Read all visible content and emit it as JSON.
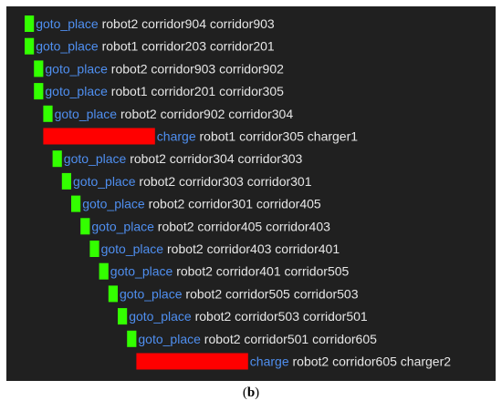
{
  "colors": {
    "background": "#202020",
    "action": "#4f8ff0",
    "args": "#e6e6e6",
    "goto_place_bar": "#33ff00",
    "charge_bar": "#ff0000"
  },
  "caption": {
    "open": "(",
    "letter": "b",
    "close": ")"
  },
  "chart_data": {
    "type": "gantt",
    "title": "",
    "xlabel": "",
    "ylabel": "",
    "grid": false,
    "legend": "none",
    "tasks": [
      {
        "action": "goto_place",
        "args": "robot2 corridor904 corridor903",
        "start": 0,
        "duration": 1
      },
      {
        "action": "goto_place",
        "args": "robot1 corridor203 corridor201",
        "start": 0,
        "duration": 1
      },
      {
        "action": "goto_place",
        "args": "robot2 corridor903 corridor902",
        "start": 1,
        "duration": 1
      },
      {
        "action": "goto_place",
        "args": "robot1 corridor201 corridor305",
        "start": 1,
        "duration": 1
      },
      {
        "action": "goto_place",
        "args": "robot2 corridor902 corridor304",
        "start": 2,
        "duration": 1
      },
      {
        "action": "charge",
        "args": "robot1 corridor305 charger1",
        "start": 2,
        "duration": 12
      },
      {
        "action": "goto_place",
        "args": "robot2 corridor304 corridor303",
        "start": 3,
        "duration": 1
      },
      {
        "action": "goto_place",
        "args": "robot2 corridor303 corridor301",
        "start": 4,
        "duration": 1
      },
      {
        "action": "goto_place",
        "args": "robot2 corridor301 corridor405",
        "start": 5,
        "duration": 1
      },
      {
        "action": "goto_place",
        "args": "robot2 corridor405 corridor403",
        "start": 6,
        "duration": 1
      },
      {
        "action": "goto_place",
        "args": "robot2 corridor403 corridor401",
        "start": 7,
        "duration": 1
      },
      {
        "action": "goto_place",
        "args": "robot2 corridor401 corridor505",
        "start": 8,
        "duration": 1
      },
      {
        "action": "goto_place",
        "args": "robot2 corridor505 corridor503",
        "start": 9,
        "duration": 1
      },
      {
        "action": "goto_place",
        "args": "robot2 corridor503 corridor501",
        "start": 10,
        "duration": 1
      },
      {
        "action": "goto_place",
        "args": "robot2 corridor501 corridor605",
        "start": 11,
        "duration": 1
      },
      {
        "action": "charge",
        "args": "robot2 corridor605 charger2",
        "start": 12,
        "duration": 12
      }
    ]
  }
}
